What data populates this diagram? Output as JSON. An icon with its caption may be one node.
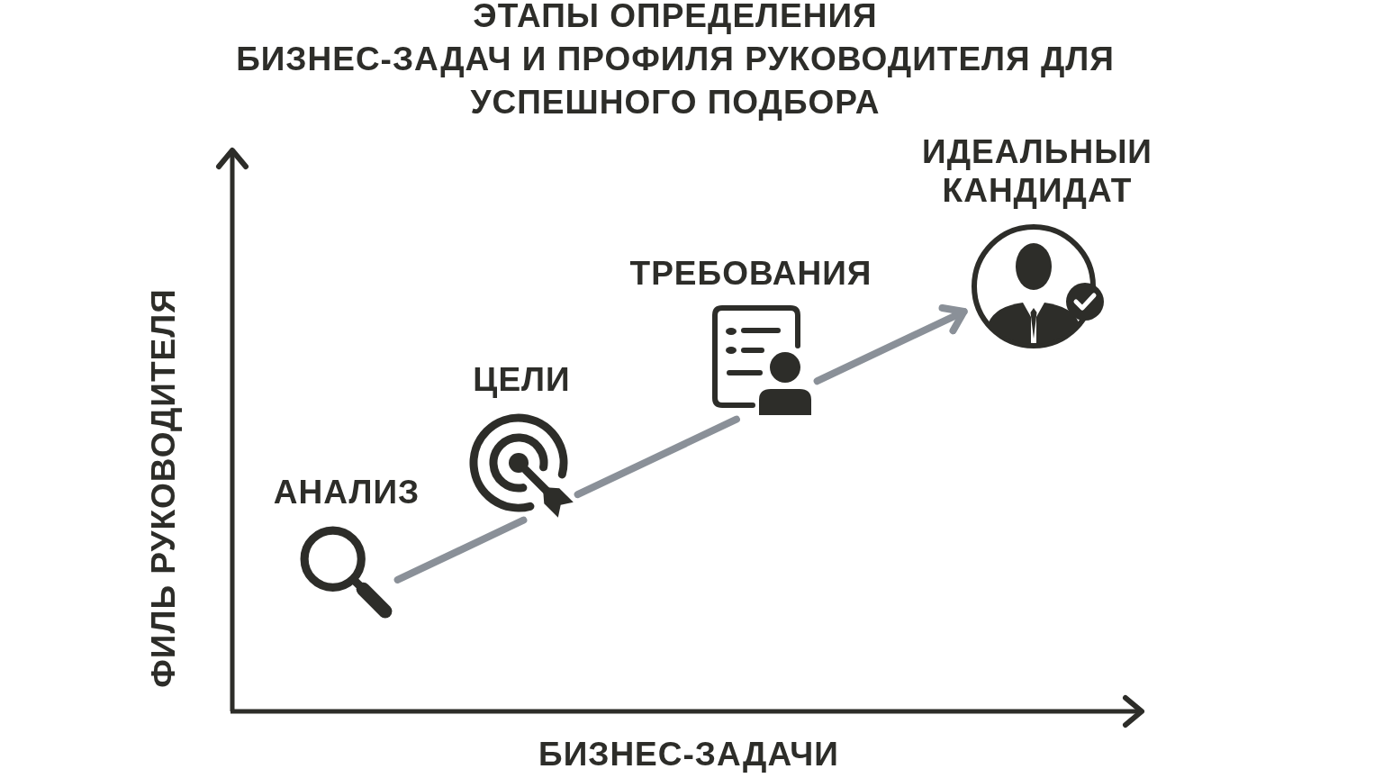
{
  "diagram": {
    "title": "ЭТАПЫ ОПРЕДЕЛЕНИЯ БИЗНЕС-ЗАДАЧ И ПРОФИЛЯ РУКОВОДИТЕЛЯ ДЛЯ УСПЕШНОГО ПОДБОРА",
    "nodes": [
      {
        "text": [
          "АНАЛИЗ"
        ]
      },
      {
        "text": [
          "ЦЕЛИ"
        ]
      },
      {
        "text": [
          "ТРЕБОВАНИЯ"
        ]
      },
      {
        "text": [
          "ИДЕАЛЬНЫИ КАНДИДАТ"
        ]
      }
    ],
    "edges": [
      {
        "from": 0,
        "to": 1,
        "arrow": "none"
      },
      {
        "from": 1,
        "to": 2,
        "arrow": "none"
      },
      {
        "from": 2,
        "to": 3,
        "arrow": "to"
      }
    ],
    "labels": [
      "ФИЛЬ РУКОВОДИТЕЛЯ",
      "БИЗНЕС-ЗАДАЧИ"
    ]
  }
}
